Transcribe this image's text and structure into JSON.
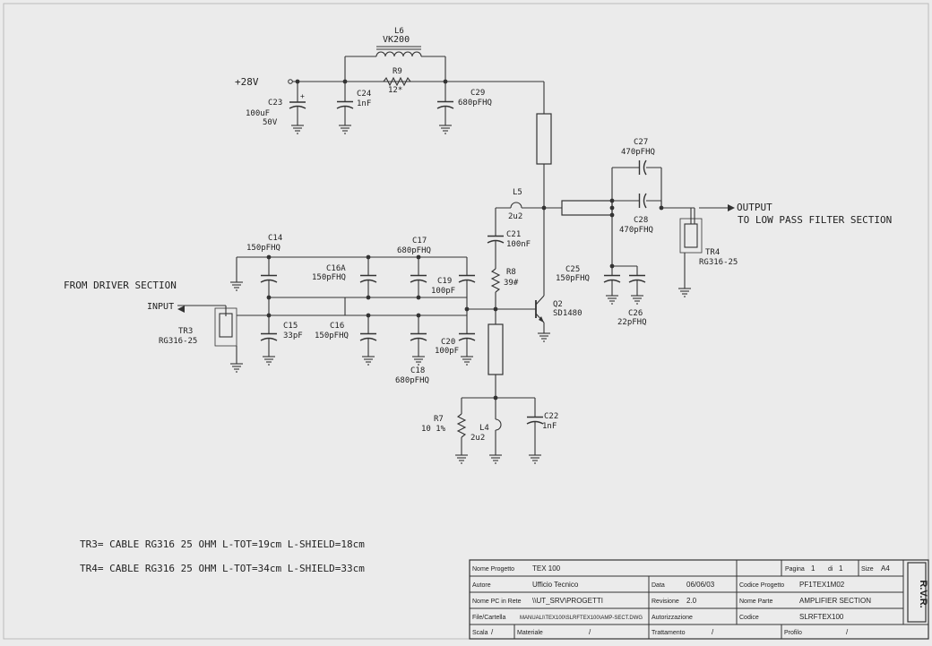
{
  "schematic": {
    "labels": {
      "l6_ref": "L6",
      "l6_val": "VK200",
      "r9_ref": "R9",
      "r9_val": "12*",
      "supply": "+28V",
      "c23_ref": "C23",
      "c23_val": "100uF",
      "c23_v": "50V",
      "c24_ref": "C24",
      "c24_val": "1nF",
      "c29_ref": "C29",
      "c29_val": "680pFHQ",
      "c27_ref": "C27",
      "c27_val": "470pFHQ",
      "l5_ref": "L5",
      "l5_val": "2u2",
      "c28_ref": "C28",
      "c28_val": "470pFHQ",
      "output": "OUTPUT",
      "output_dest": "TO LOW PASS FILTER SECTION",
      "tr4_ref": "TR4",
      "tr4_val": "RG316-25",
      "c21_ref": "C21",
      "c21_val": "100nF",
      "c25_ref": "C25",
      "c25_val": "150pFHQ",
      "c26_ref": "C26",
      "c26_val": "22pFHQ",
      "r8_ref": "R8",
      "r8_val": "39#",
      "q2_ref": "Q2",
      "q2_val": "SD1480",
      "c14_ref": "C14",
      "c14_val": "150pFHQ",
      "c17_ref": "C17",
      "c17_val": "680pFHQ",
      "c16a_ref": "C16A",
      "c16a_val": "150pFHQ",
      "c19_ref": "C19",
      "c19_val": "100pF",
      "from_driver": "FROM DRIVER SECTION",
      "input": "INPUT",
      "tr3_ref": "TR3",
      "tr3_val": "RG316-25",
      "c15_ref": "C15",
      "c15_val": "33pF",
      "c16_ref": "C16",
      "c16_val": "150pFHQ",
      "c20_ref": "C20",
      "c20_val": "100pF",
      "c18_ref": "C18",
      "c18_val": "680pFHQ",
      "r7_ref": "R7",
      "r7_val": "10 1%",
      "l4_ref": "L4",
      "l4_val": "2u2",
      "c22_ref": "C22",
      "c22_val": "1nF"
    },
    "notes": [
      "TR3= CABLE RG316 25 OHM L-TOT=19cm L-SHIELD=18cm",
      "TR4= CABLE RG316 25 OHM L-TOT=34cm L-SHIELD=33cm"
    ]
  },
  "title_block": {
    "nome_progetto_label": "Nome Progetto",
    "nome_progetto": "TEX 100",
    "pagina_label": "Pagina",
    "pagina": "1",
    "di_label": "di",
    "di": "1",
    "size_label": "Size",
    "size": "A4",
    "autore_label": "Autore",
    "autore": "Ufficio Tecnico",
    "data_label": "Data",
    "data": "06/06/03",
    "codice_progetto_label": "Codice Progetto",
    "codice_progetto": "PF1TEX1M02",
    "nome_pc_label": "Nome PC in Rete",
    "nome_pc": "\\\\UT_SRV\\PROGETTI",
    "revisione_label": "Revisione",
    "revisione": "2.0",
    "nome_parte_label": "Nome Parte",
    "nome_parte": "AMPLIFIER SECTION",
    "file_label": "File/Cartella",
    "file": "MANUALI\\TEX100\\SLRFTEX100\\AMP-SECT.DWG",
    "autorizzazione_label": "Autorizzazione",
    "codice_label": "Codice",
    "codice": "SLRFTEX100",
    "scala_label": "Scala",
    "scala": "/",
    "materiale_label": "Materiale",
    "materiale": "/",
    "trattamento_label": "Trattamento",
    "trattamento": "/",
    "profilo_label": "Profilo",
    "profilo": "/",
    "logo_text": "R.V.R."
  }
}
